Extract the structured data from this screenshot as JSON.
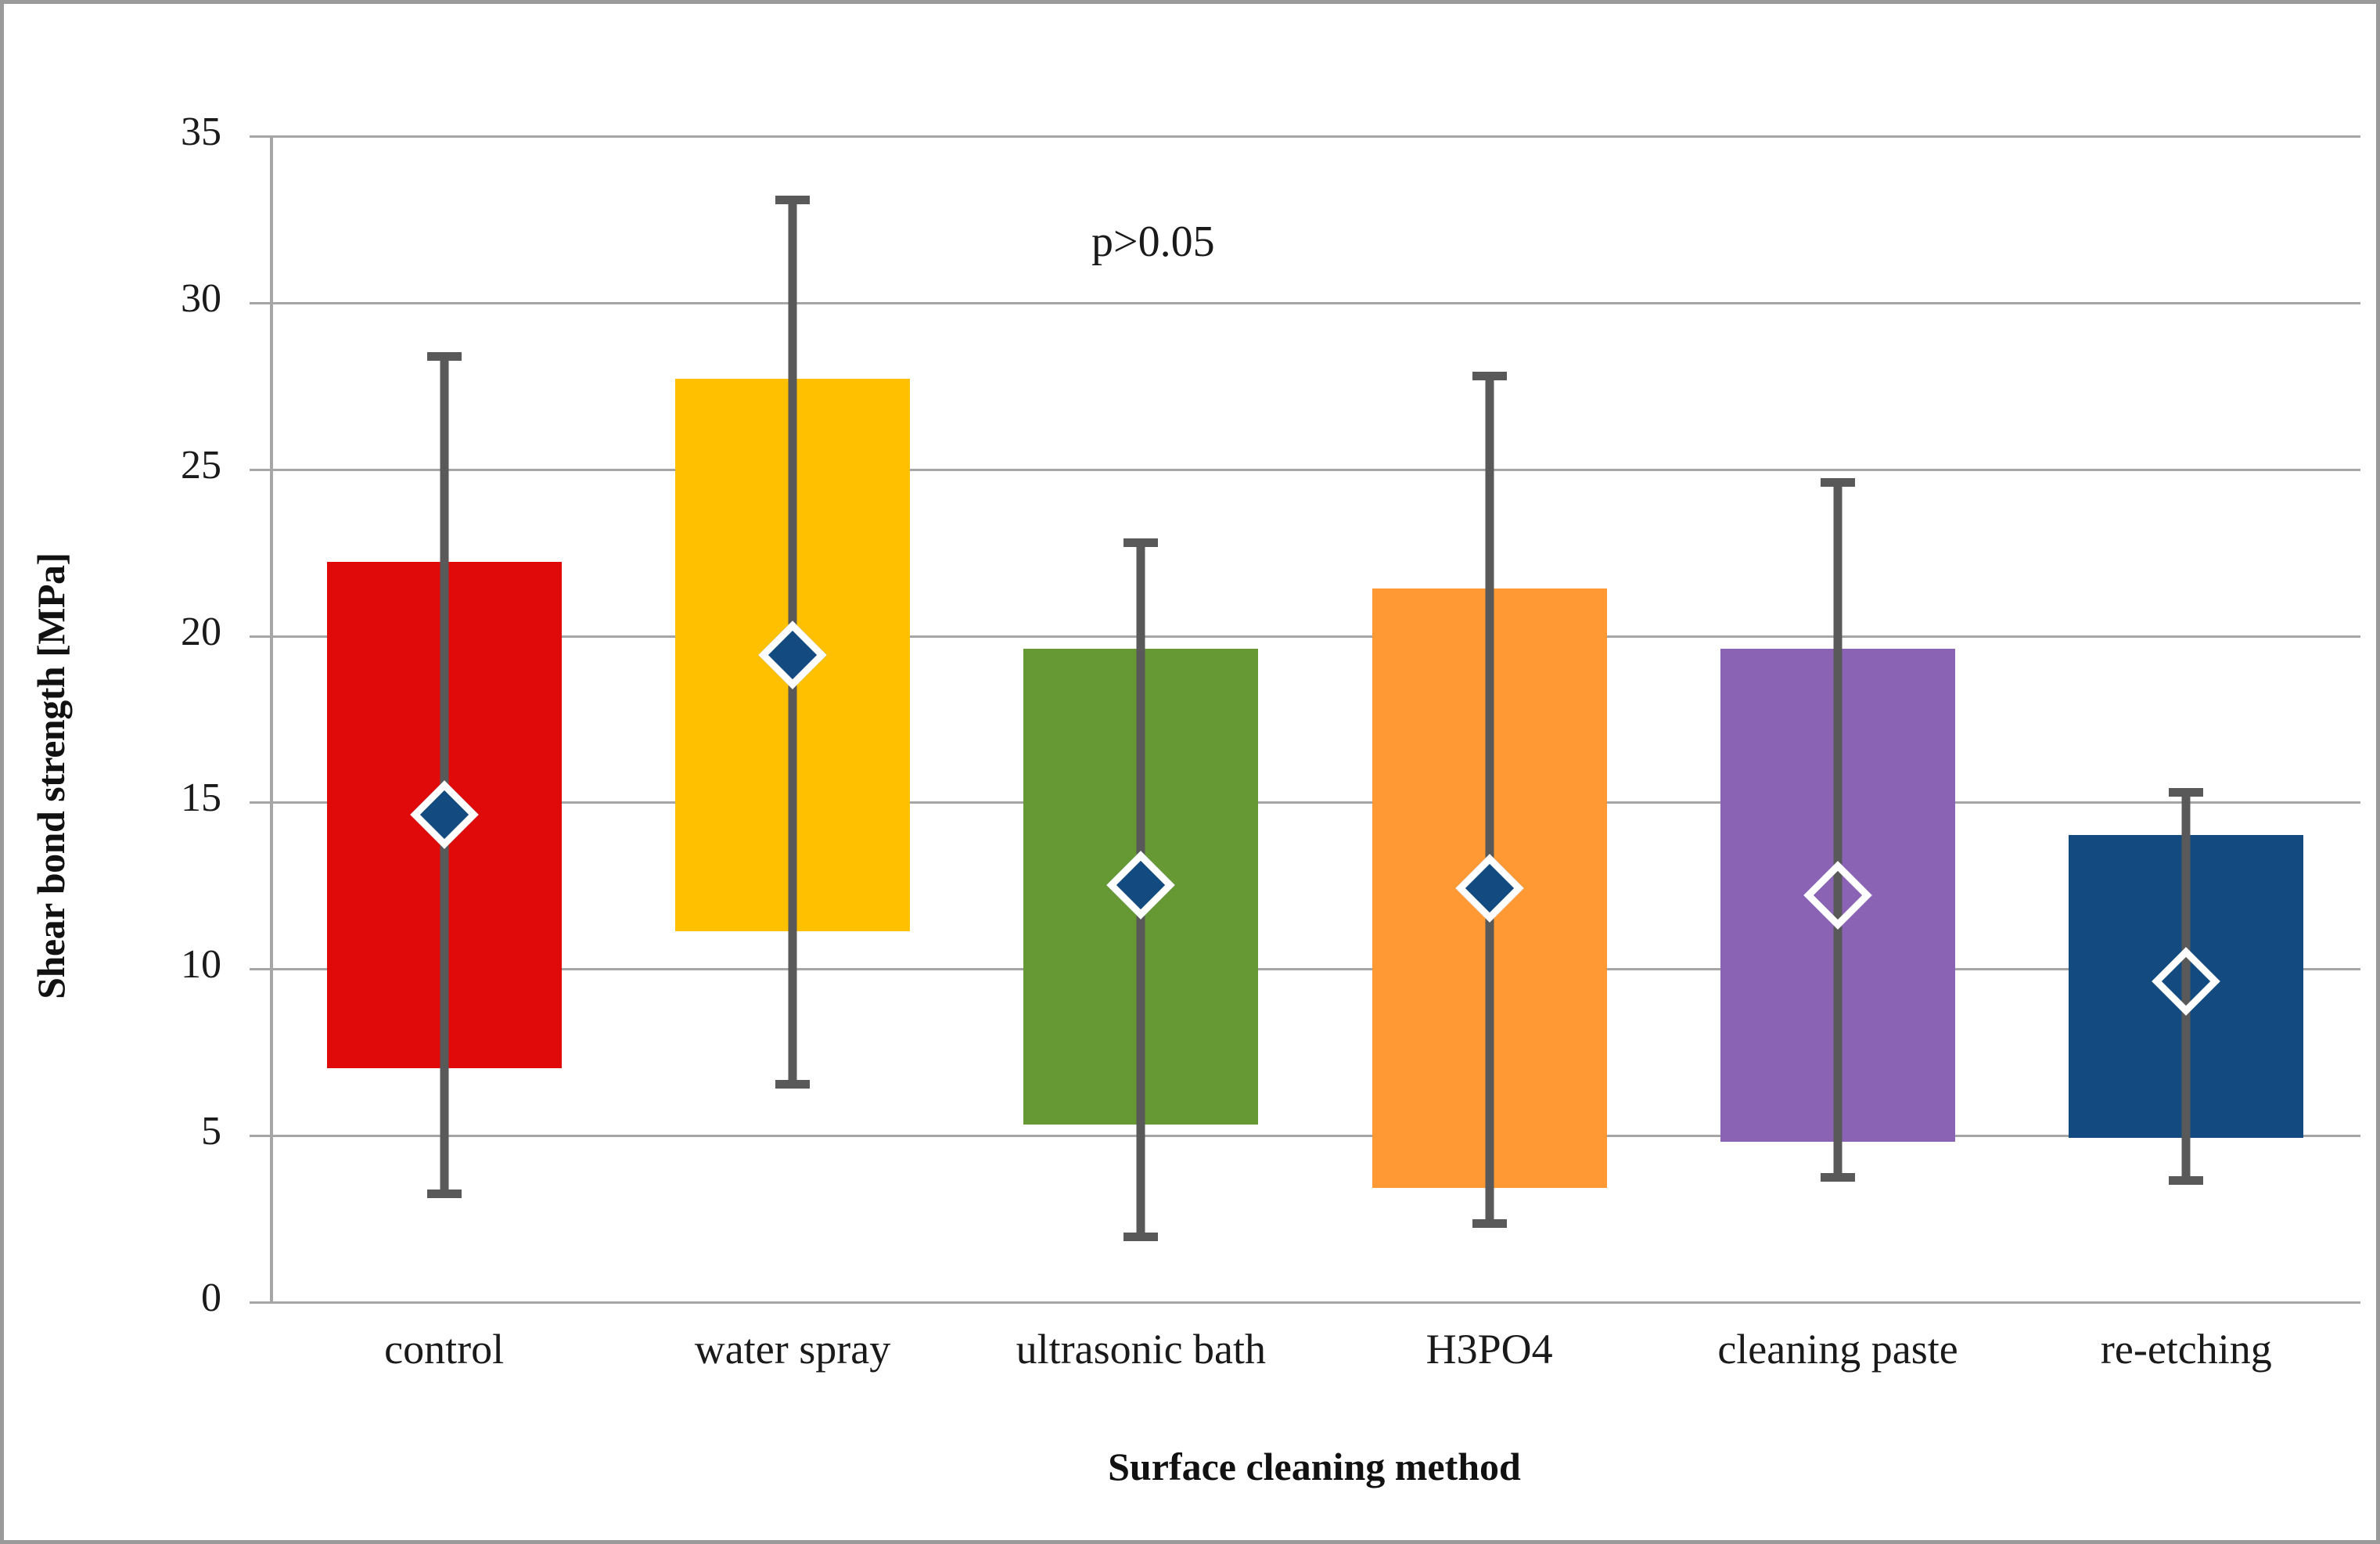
{
  "chart_data": {
    "type": "bar",
    "title": "",
    "subtitle": "",
    "xlabel": "Surface cleaning method",
    "ylabel": "Shear bond strength [MPa]",
    "categories": [
      "control",
      "water spray",
      "ultrasonic bath",
      "H3PO4",
      "cleaning paste",
      "re-etching"
    ],
    "ylim": [
      0,
      35
    ],
    "yticks": [
      0,
      5,
      10,
      15,
      20,
      25,
      30,
      35
    ],
    "ytick_labels": [
      "0",
      "5",
      "10",
      "15",
      "20",
      "25",
      "30",
      "35"
    ],
    "grid": "horizontal",
    "legend": "none",
    "annotations": [
      {
        "text": "p>0.05",
        "x_category": "ultrasonic bath",
        "y_value": 32.3
      }
    ],
    "notes": "Floating bars spanning box_low to box_high with whiskers (min to max) and a diamond marker at the mean.",
    "series": [
      {
        "name": "Shear bond strength",
        "box_low": [
          7.0,
          11.1,
          5.3,
          3.4,
          4.8,
          4.9
        ],
        "box_high": [
          22.2,
          27.7,
          19.6,
          21.4,
          19.6,
          14.0
        ],
        "whisker_low": [
          3.1,
          6.4,
          1.8,
          2.2,
          3.6,
          3.5
        ],
        "whisker_high": [
          28.5,
          33.2,
          22.9,
          27.9,
          24.7,
          15.4
        ],
        "mean": [
          14.6,
          19.4,
          12.5,
          12.4,
          12.2,
          9.6
        ]
      }
    ],
    "bar_colors": [
      "#e10a0a",
      "#ffc000",
      "#669933",
      "#ff9933",
      "#8b63b5",
      "#134a80"
    ],
    "marker_styles": [
      "filled",
      "filled",
      "filled",
      "filled",
      "hollow",
      "hollow"
    ],
    "error_bar_color": "#595959",
    "marker_fill_color": "#134a80",
    "marker_edge_color": "#ffffff",
    "gridline_color": "#a6a6a6",
    "axis_color": "#a6a6a6",
    "frame_color": "#9a9a9a",
    "background_color": "#ffffff",
    "text_color": "#1a1a1a"
  }
}
